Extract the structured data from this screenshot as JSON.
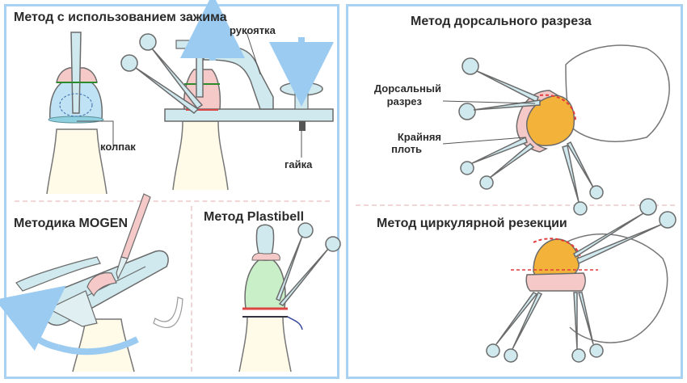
{
  "sections": {
    "clamp": {
      "title": "Метод с использованием зажима"
    },
    "mogen": {
      "title": "Методика MOGEN"
    },
    "plastibell": {
      "title": "Метод  Plastibell"
    },
    "dorsal": {
      "title": "Метод дорсального разреза"
    },
    "circular": {
      "title": "Метод циркулярной резекции"
    }
  },
  "labels": {
    "handle": "рукоятка",
    "cap": "колпак",
    "nut": "гайка",
    "dorsal_cut_line1": "Дорсальный",
    "dorsal_cut_line2": "разрез",
    "foreskin_line1": "Крайняя",
    "foreskin_line2": "плоть"
  },
  "colors": {
    "frame": "#a9d2f2",
    "outline": "#6b6b6b",
    "skin": "#fffbe8",
    "device": "#cfe9ee",
    "foreskin": "#f6c9c9",
    "glans": "#f3b23a",
    "arrow": "#9ccbf1",
    "cut": "#e23b3b"
  }
}
